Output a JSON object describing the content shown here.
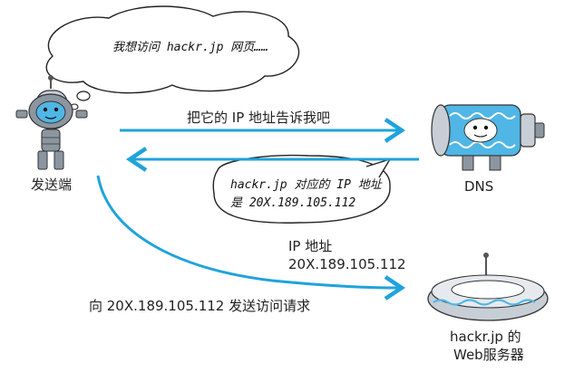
{
  "bubble_sender": {
    "text": "我想访问 hackr.jp 网页……"
  },
  "bubble_dns": {
    "line1": "hackr.jp 对应的 IP 地址",
    "line2": "是 20X.189.105.112"
  },
  "sender": {
    "label": "发送端"
  },
  "dns": {
    "label": "DNS"
  },
  "server": {
    "label_line1": "hackr.jp 的",
    "label_line2": "Web服务器"
  },
  "arrows": {
    "query": "把它的 IP 地址告诉我吧",
    "answer_line1": "IP 地址",
    "answer_line2": "20X.189.105.112",
    "request": "向 20X.189.105.112 发送访问请求"
  },
  "colors": {
    "arrow": "#1fa3dc",
    "robot_body": "#8c96a0",
    "robot_face": "#4fb6e6",
    "dns_pattern": "#4fb6e6"
  }
}
